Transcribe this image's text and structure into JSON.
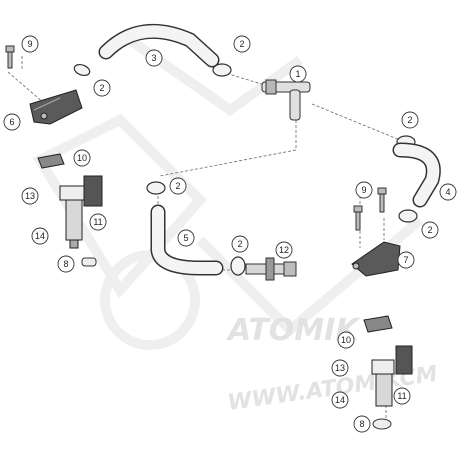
{
  "diagram": {
    "watermark_lines": [
      "ATOMIK",
      "WWW.ATOMIKCM"
    ],
    "callouts": [
      {
        "id": "c1",
        "label": "1"
      },
      {
        "id": "c2a",
        "label": "2"
      },
      {
        "id": "c2b",
        "label": "2"
      },
      {
        "id": "c2c",
        "label": "2"
      },
      {
        "id": "c2d",
        "label": "2"
      },
      {
        "id": "c2e",
        "label": "2"
      },
      {
        "id": "c2f",
        "label": "2"
      },
      {
        "id": "c3",
        "label": "3"
      },
      {
        "id": "c4",
        "label": "4"
      },
      {
        "id": "c5",
        "label": "5"
      },
      {
        "id": "c6",
        "label": "6"
      },
      {
        "id": "c7",
        "label": "7"
      },
      {
        "id": "c8a",
        "label": "8"
      },
      {
        "id": "c8b",
        "label": "8"
      },
      {
        "id": "c9a",
        "label": "9"
      },
      {
        "id": "c9b",
        "label": "9"
      },
      {
        "id": "c10a",
        "label": "10"
      },
      {
        "id": "c10b",
        "label": "10"
      },
      {
        "id": "c11a",
        "label": "11"
      },
      {
        "id": "c11b",
        "label": "11"
      },
      {
        "id": "c12",
        "label": "12"
      },
      {
        "id": "c13a",
        "label": "13"
      },
      {
        "id": "c13b",
        "label": "13"
      },
      {
        "id": "c14a",
        "label": "14"
      },
      {
        "id": "c14b",
        "label": "14"
      }
    ]
  }
}
